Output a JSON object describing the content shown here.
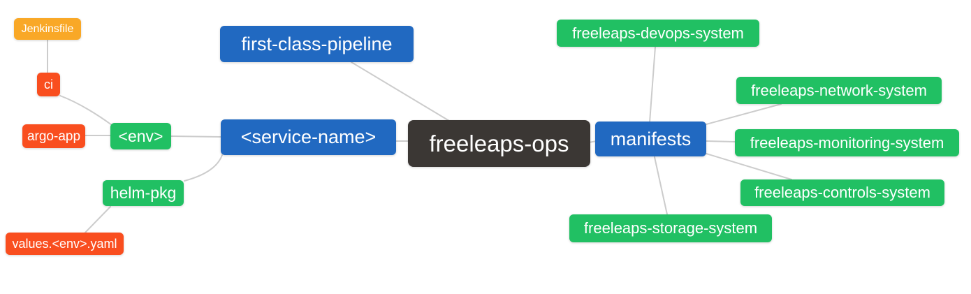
{
  "diagram": {
    "type": "mindmap",
    "root_label": "freeleaps-ops",
    "nodes": [
      {
        "id": "freeleaps-ops",
        "label": "freeleaps-ops",
        "level": 1,
        "color": "#3B3734"
      },
      {
        "id": "first-class-pipeline",
        "label": "first-class-pipeline",
        "level": 2,
        "color": "#2169C1"
      },
      {
        "id": "service-name",
        "label": "<service-name>",
        "level": 2,
        "color": "#2169C1"
      },
      {
        "id": "manifests",
        "label": "manifests",
        "level": 2,
        "color": "#2169C1"
      },
      {
        "id": "env",
        "label": "<env>",
        "level": 3,
        "color": "#21C063"
      },
      {
        "id": "helm-pkg",
        "label": "helm-pkg",
        "level": 3,
        "color": "#21C063"
      },
      {
        "id": "ci",
        "label": "ci",
        "level": 4,
        "color": "#F94E1F"
      },
      {
        "id": "argo-app",
        "label": "argo-app",
        "level": 4,
        "color": "#F94E1F"
      },
      {
        "id": "values-env-yaml",
        "label": "values.<env>.yaml",
        "level": 4,
        "color": "#F94E1F"
      },
      {
        "id": "jenkinsfile",
        "label": "Jenkinsfile",
        "level": 5,
        "color": "#F9A827"
      },
      {
        "id": "freeleaps-devops-system",
        "label": "freeleaps-devops-system",
        "level": 3,
        "color": "#21C063"
      },
      {
        "id": "freeleaps-network-system",
        "label": "freeleaps-network-system",
        "level": 3,
        "color": "#21C063"
      },
      {
        "id": "freeleaps-monitoring-system",
        "label": "freeleaps-monitoring-system",
        "level": 3,
        "color": "#21C063"
      },
      {
        "id": "freeleaps-controls-system",
        "label": "freeleaps-controls-system",
        "level": 3,
        "color": "#21C063"
      },
      {
        "id": "freeleaps-storage-system",
        "label": "freeleaps-storage-system",
        "level": 3,
        "color": "#21C063"
      }
    ],
    "edges": [
      {
        "from": "Jenkinsfile",
        "to": "ci"
      },
      {
        "from": "ci",
        "to": "<env>"
      },
      {
        "from": "argo-app",
        "to": "<env>"
      },
      {
        "from": "<env>",
        "to": "<service-name>"
      },
      {
        "from": "<service-name>",
        "to": "helm-pkg"
      },
      {
        "from": "helm-pkg",
        "to": "values.<env>.yaml"
      },
      {
        "from": "<service-name>",
        "to": "freeleaps-ops"
      },
      {
        "from": "first-class-pipeline",
        "to": "freeleaps-ops"
      },
      {
        "from": "freeleaps-ops",
        "to": "manifests"
      },
      {
        "from": "manifests",
        "to": "freeleaps-devops-system"
      },
      {
        "from": "manifests",
        "to": "freeleaps-network-system"
      },
      {
        "from": "manifests",
        "to": "freeleaps-monitoring-system"
      },
      {
        "from": "manifests",
        "to": "freeleaps-controls-system"
      },
      {
        "from": "manifests",
        "to": "freeleaps-storage-system"
      }
    ],
    "colors": {
      "root_bg": "#3B3734",
      "branch_blue": "#2169C1",
      "node_green": "#21C063",
      "node_red": "#F94E1F",
      "node_orange": "#F9A827",
      "edge": "#CCCCCC",
      "text": "#FFFFFF",
      "background": "#FFFFFF"
    }
  }
}
